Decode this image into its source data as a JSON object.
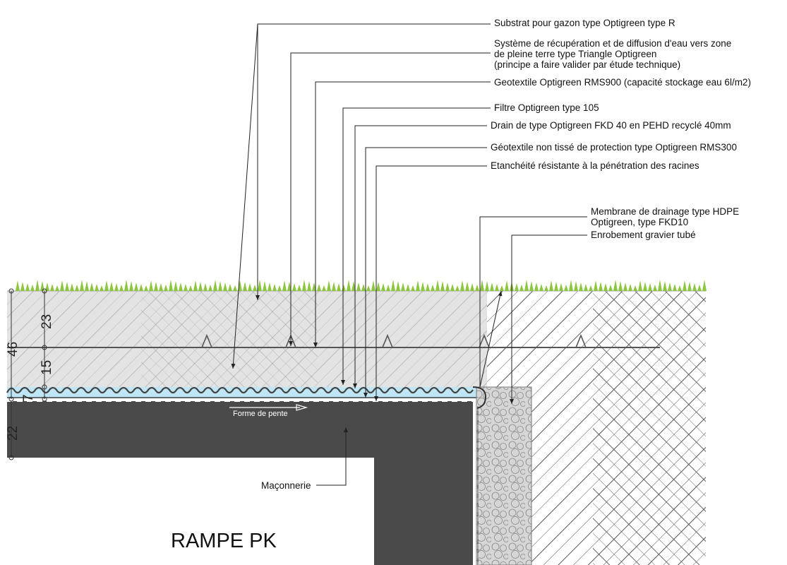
{
  "labels": {
    "substrat": "Substrat pour gazon  type Optigreen type R",
    "systeme_l1": "Système  de récupération et de diffusion d'eau vers zone",
    "systeme_l2": "de pleine terre type Triangle Optigreen",
    "systeme_l3": "(principe a faire valider par étude technique)",
    "geotextile_rms900": "Geotextile Optigreen RMS900 (capacité stockage eau 6l/m2)",
    "filtre": "Filtre Optigreen type 105",
    "drain": "Drain de type Optigreen FKD 40 en PEHD recyclé 40mm",
    "geotextile_rms300": "Géotextile non tissé de protection type Optigreen RMS300",
    "etancheite": "Etanchéité résistante à la pénétration des racines",
    "membrane_l1": "Membrane de drainage type HDPE",
    "membrane_l2": "Optigreen, type FKD10",
    "enrobement": "Enrobement gravier tubé",
    "maconnerie": "Maçonnerie",
    "forme_de_pente": "Forme de pente"
  },
  "dimensions": {
    "total": "46",
    "upper": "23",
    "lower": "15",
    "drain": "7",
    "slab": "22"
  },
  "title": "RAMPE PK",
  "colors": {
    "grass": "#8cc63f",
    "substrate": "#e3e3e3",
    "hatch": "#9a9a9a",
    "slab": "#4a4a4a",
    "water": "#bfe6f5",
    "gravel": "#d6d6d6",
    "leader": "#222222"
  }
}
